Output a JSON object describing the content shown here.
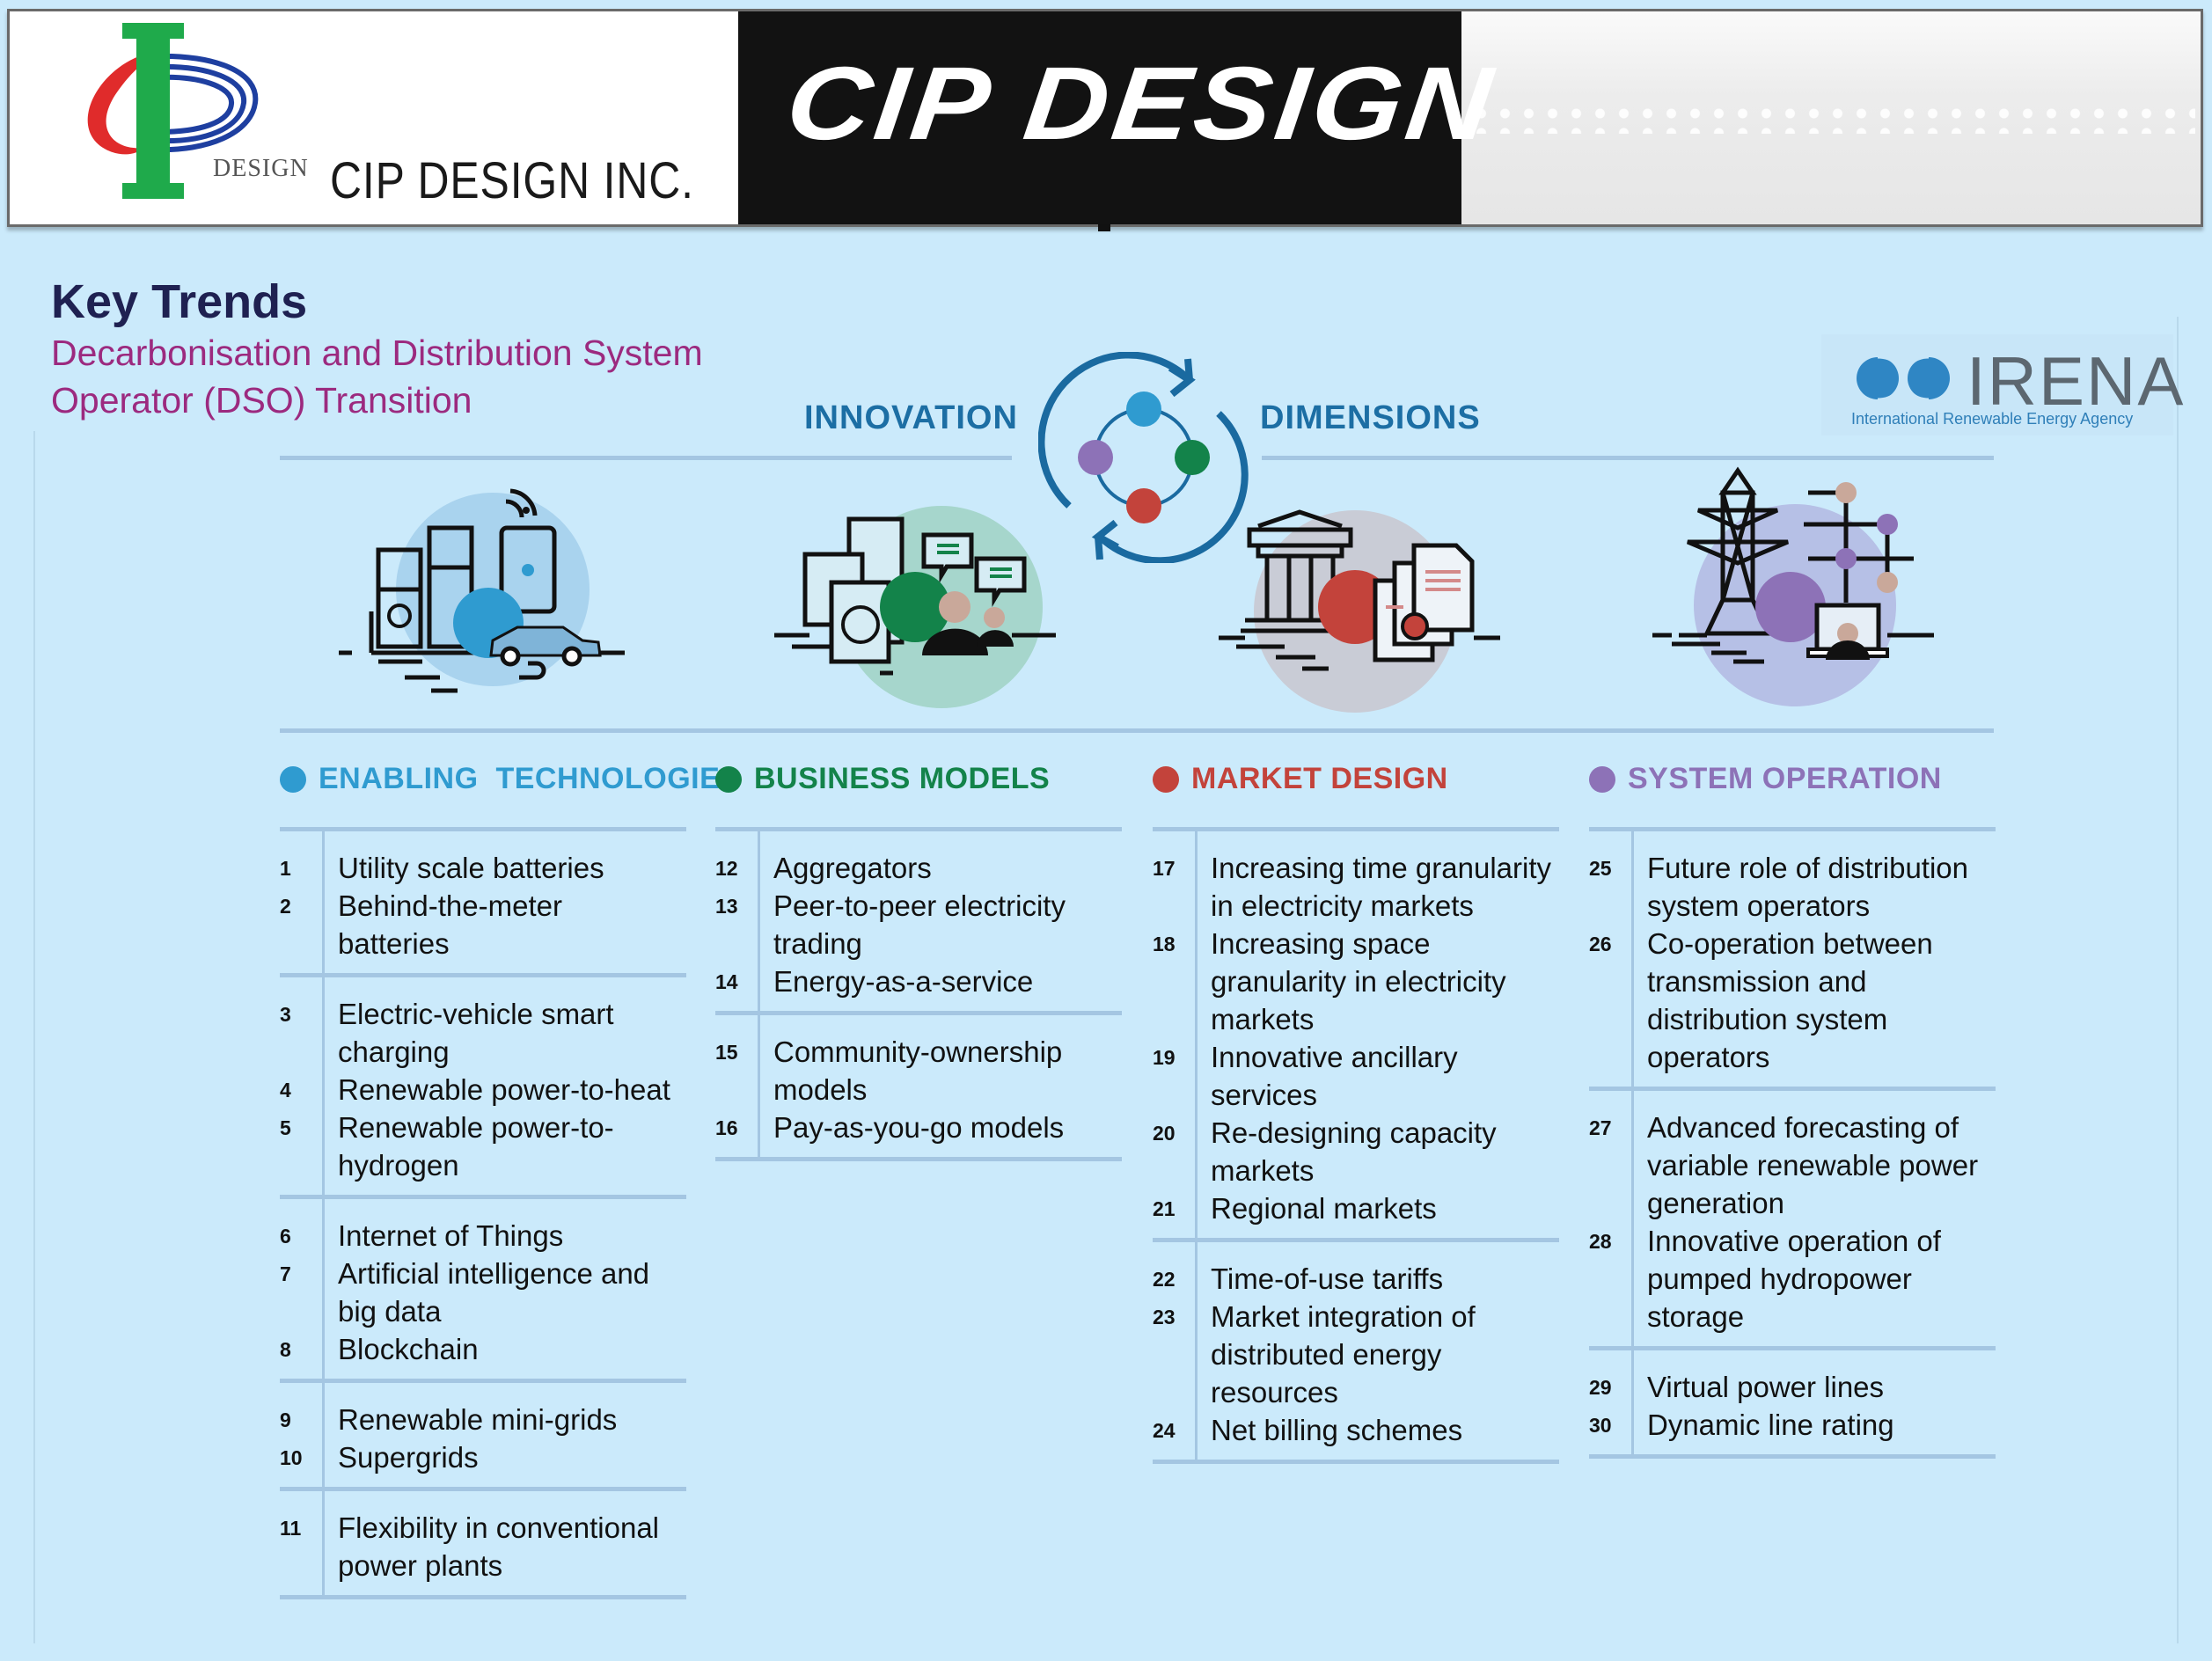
{
  "header": {
    "logo_small_text": "DESIGN",
    "company_name": "CIP DESIGN INC.",
    "brand_wordmark": "CIP DESIGN"
  },
  "title": "Key Trends",
  "subtitle": "Decarbonisation and Distribution System Operator (DSO) Transition",
  "innovation_label": "INNOVATION",
  "dimensions_label": "DIMENSIONS",
  "irena": {
    "wordmark": "IRENA",
    "tagline": "International Renewable Energy Agency"
  },
  "colors": {
    "enabling": "#2f9bd0",
    "business": "#13834a",
    "market": "#c3433b",
    "system": "#8d72b7"
  },
  "illustrations": [
    {
      "name": "enabling-technologies-illustration",
      "icons": [
        "battery-icon",
        "battery-icon",
        "smartphone-icon",
        "wifi-icon",
        "electric-car-icon",
        "plug-icon"
      ]
    },
    {
      "name": "business-models-illustration",
      "icons": [
        "document-icon",
        "pie-chart-icon",
        "chat-bubble-icon",
        "people-icon"
      ]
    },
    {
      "name": "market-design-illustration",
      "icons": [
        "institution-building-icon",
        "certificate-document-icon"
      ]
    },
    {
      "name": "system-operation-illustration",
      "icons": [
        "transmission-tower-icon",
        "network-nodes-icon",
        "laptop-user-icon"
      ]
    }
  ],
  "sections": [
    {
      "key": "enabling",
      "label": "ENABLING  TECHNOLOGIES",
      "groups": [
        [
          {
            "n": "1",
            "t": "Utility scale batteries"
          },
          {
            "n": "2",
            "t": "Behind-the-meter batteries"
          }
        ],
        [
          {
            "n": "3",
            "t": "Electric-vehicle smart charging"
          },
          {
            "n": "4",
            "t": "Renewable power-to-heat"
          },
          {
            "n": "5",
            "t": "Renewable power-to-hydrogen"
          }
        ],
        [
          {
            "n": "6",
            "t": "Internet of Things"
          },
          {
            "n": "7",
            "t": "Artificial intelligence and big data"
          },
          {
            "n": "8",
            "t": "Blockchain"
          }
        ],
        [
          {
            "n": "9",
            "t": "Renewable mini-grids"
          },
          {
            "n": "10",
            "t": "Supergrids"
          }
        ],
        [
          {
            "n": "11",
            "t": "Flexibility in conventional power plants"
          }
        ]
      ]
    },
    {
      "key": "business",
      "label": "BUSINESS MODELS",
      "groups": [
        [
          {
            "n": "12",
            "t": "Aggregators"
          },
          {
            "n": "13",
            "t": "Peer-to-peer electricity trading"
          },
          {
            "n": "14",
            "t": "Energy-as-a-service"
          }
        ],
        [
          {
            "n": "15",
            "t": "Community-ownership models"
          },
          {
            "n": "16",
            "t": "Pay-as-you-go models"
          }
        ]
      ]
    },
    {
      "key": "market",
      "label": "MARKET DESIGN",
      "groups": [
        [
          {
            "n": "17",
            "t": "Increasing time granularity in electricity markets"
          },
          {
            "n": "18",
            "t": "Increasing space granularity in electricity markets"
          },
          {
            "n": "19",
            "t": "Innovative ancillary services"
          },
          {
            "n": "20",
            "t": "Re-designing capacity markets"
          },
          {
            "n": "21",
            "t": "Regional markets"
          }
        ],
        [
          {
            "n": "22",
            "t": "Time-of-use tariffs"
          },
          {
            "n": "23",
            "t": "Market integration of distributed energy resources"
          },
          {
            "n": "24",
            "t": "Net billing schemes"
          }
        ]
      ]
    },
    {
      "key": "system",
      "label": "SYSTEM OPERATION",
      "groups": [
        [
          {
            "n": "25",
            "t": "Future role of distribution system operators"
          },
          {
            "n": "26",
            "t": "Co-operation between transmission and distribution system operators"
          }
        ],
        [
          {
            "n": "27",
            "t": "Advanced forecasting of variable renewable power generation"
          },
          {
            "n": "28",
            "t": "Innovative operation of pumped hydropower storage"
          }
        ],
        [
          {
            "n": "29",
            "t": "Virtual power lines"
          },
          {
            "n": "30",
            "t": "Dynamic line rating"
          }
        ]
      ]
    }
  ]
}
